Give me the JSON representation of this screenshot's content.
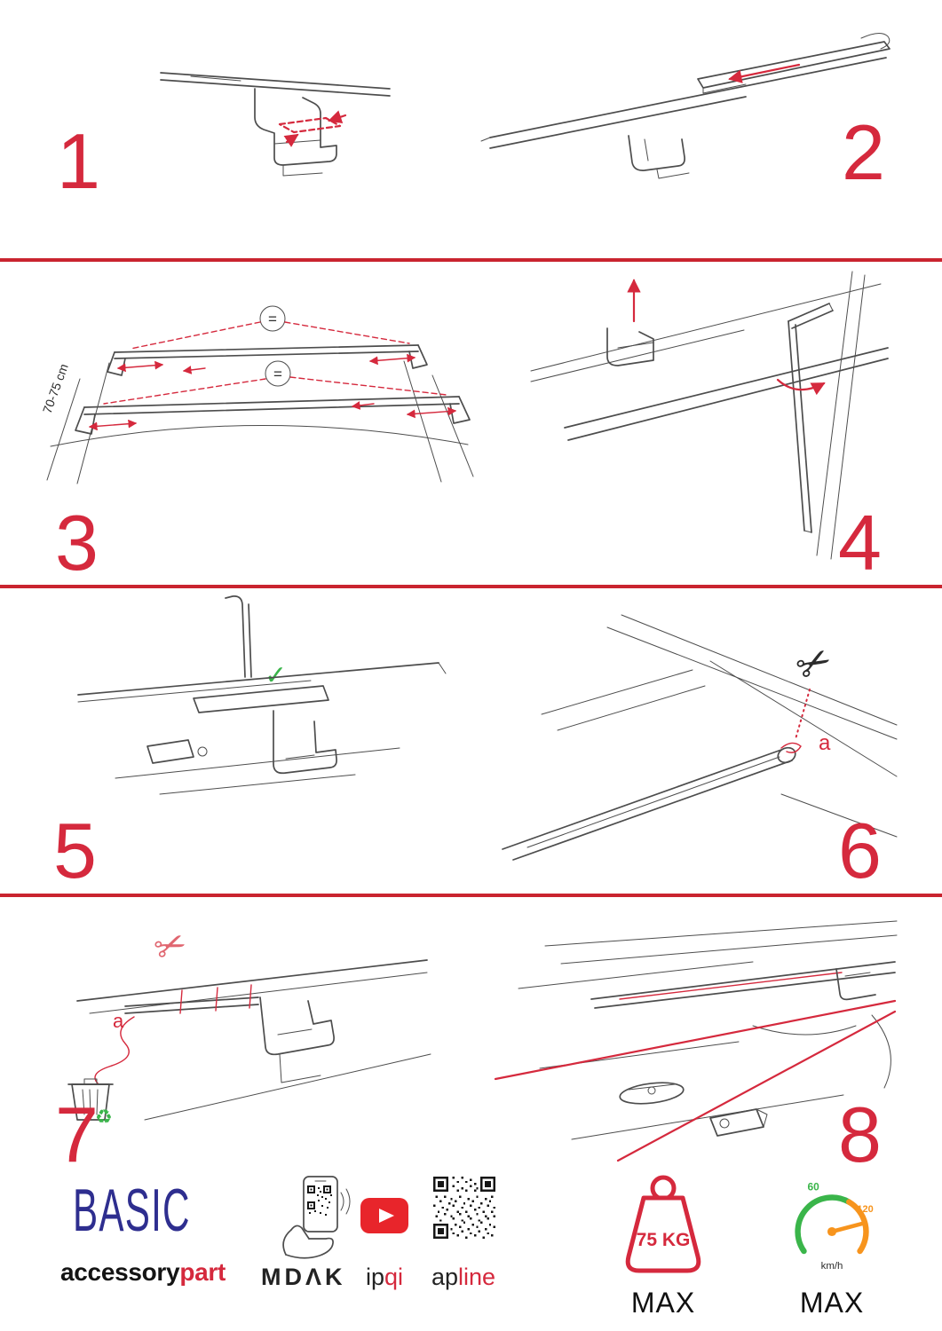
{
  "steps": [
    {
      "number": "1"
    },
    {
      "number": "2"
    },
    {
      "number": "3",
      "measurement": "70-75 cm",
      "equals": "="
    },
    {
      "number": "4"
    },
    {
      "number": "5",
      "check_icon": "✓"
    },
    {
      "number": "6",
      "part_label": "a",
      "scissors_icon": "✂"
    },
    {
      "number": "7",
      "part_label": "a",
      "scissors_icon": "✂",
      "recycle_icon": "♻"
    },
    {
      "number": "8"
    }
  ],
  "footer": {
    "brand": "BASIC",
    "wordmark": {
      "black": "accessory",
      "red": "part"
    },
    "partners": {
      "mdak": "MDΛK",
      "ipqi": {
        "black": "ip",
        "red": "qi"
      },
      "apline": {
        "black": "ap",
        "red": "line"
      }
    },
    "weight": {
      "value": "75 KG",
      "max": "MAX"
    },
    "speed": {
      "min": "60",
      "max_value": "120",
      "unit": "km/h",
      "max": "MAX"
    }
  },
  "colors": {
    "accent-red": "#d5293d",
    "divider-red": "#c9242f",
    "brand-blue": "#2e2e8f",
    "line-gray": "#4d4d4d",
    "eco-green": "#3ab54a",
    "gauge-orange": "#f7941d",
    "youtube-red": "#e8252b"
  }
}
